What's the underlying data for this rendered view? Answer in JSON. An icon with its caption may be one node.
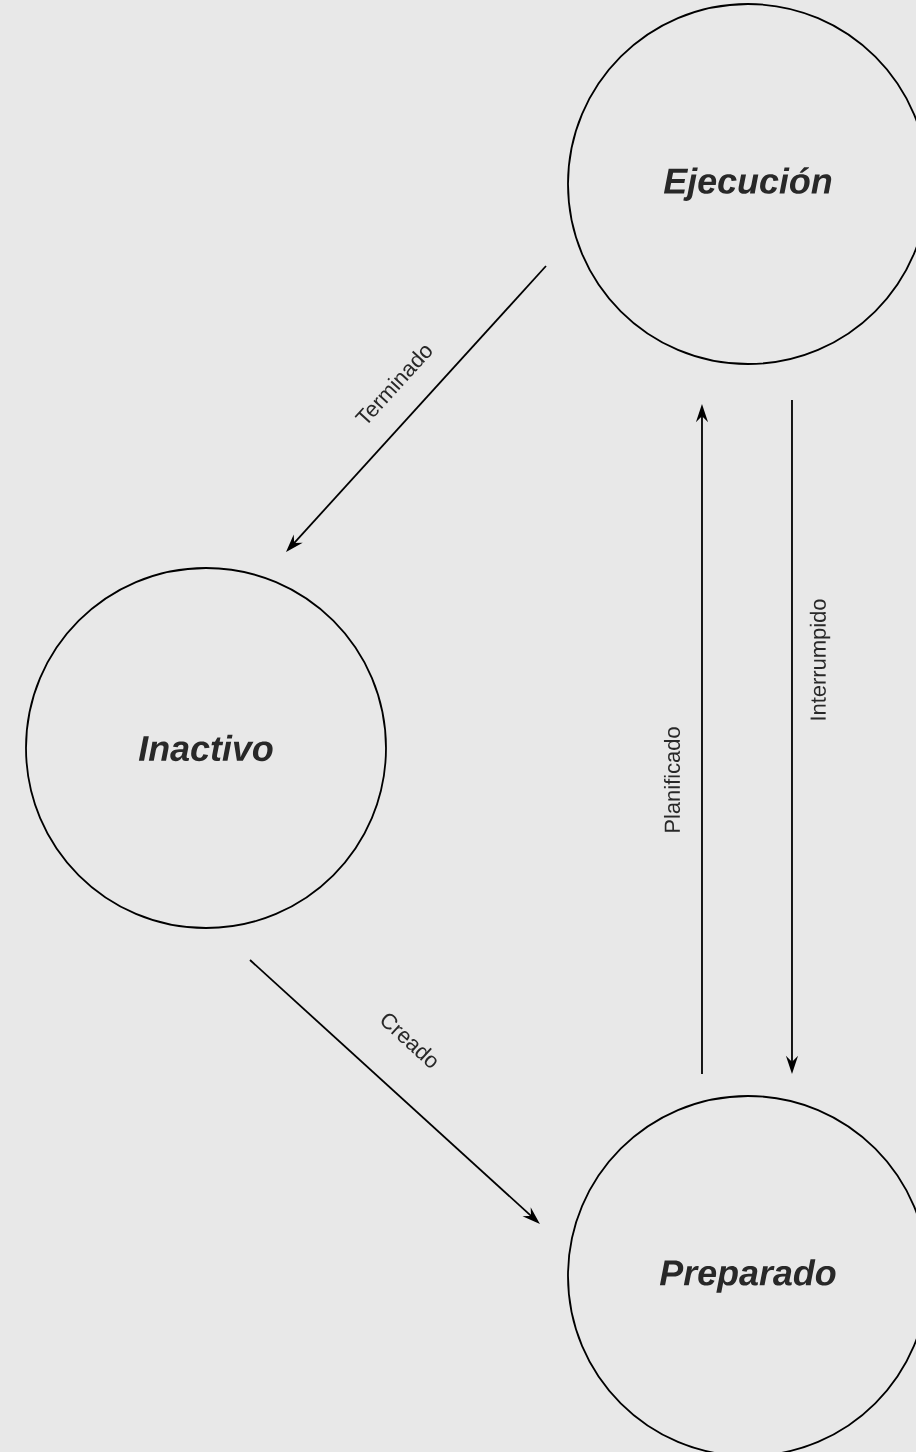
{
  "diagram": {
    "nodes": [
      {
        "text": [
          "Ejecución"
        ]
      },
      {
        "text": [
          "Inactivo"
        ]
      },
      {
        "text": [
          "Preparado"
        ]
      }
    ],
    "edges": [
      {
        "from": 0,
        "to": 1,
        "arrow": "to",
        "label": "Terminado"
      },
      {
        "from": 1,
        "to": 2,
        "arrow": "to",
        "label": "Creado"
      },
      {
        "from": 2,
        "to": 0,
        "arrow": "to",
        "label": "Planificado"
      },
      {
        "from": 0,
        "to": 2,
        "arrow": "to",
        "label": "Interrumpido"
      }
    ]
  }
}
